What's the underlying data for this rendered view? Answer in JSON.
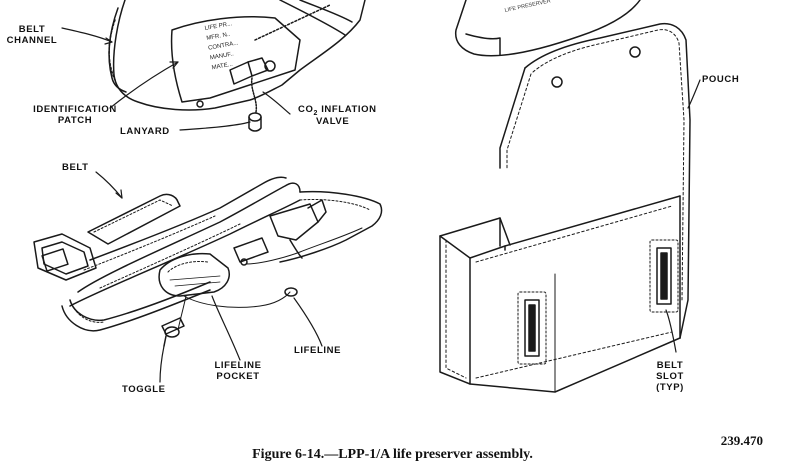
{
  "labels": {
    "belt_channel_line1": "BELT",
    "belt_channel_line2": "CHANNEL",
    "identification_patch_line1": "IDENTIFICATION",
    "identification_patch_line2": "PATCH",
    "co2_prefix": "CO",
    "co2_subscript": "2",
    "inflation_word": " INFLATION",
    "valve": "VALVE",
    "lanyard": "LANYARD",
    "belt": "BELT",
    "pouch": "POUCH",
    "lifeline_pocket_line1": "LIFELINE",
    "lifeline_pocket_line2": "POCKET",
    "lifeline": "LIFELINE",
    "toggle": "TOGGLE",
    "belt_slot_line1": "BELT",
    "belt_slot_line2": "SLOT",
    "belt_slot_line3": "(TYP)"
  },
  "patch_text": [
    "LIFE PR...",
    "MFR. N..",
    "CONTRA...",
    "MANUF..",
    "MATE..."
  ],
  "caption": "Figure 6-14.—LPP-1/A life preserver assembly.",
  "figure_number": "239.470"
}
